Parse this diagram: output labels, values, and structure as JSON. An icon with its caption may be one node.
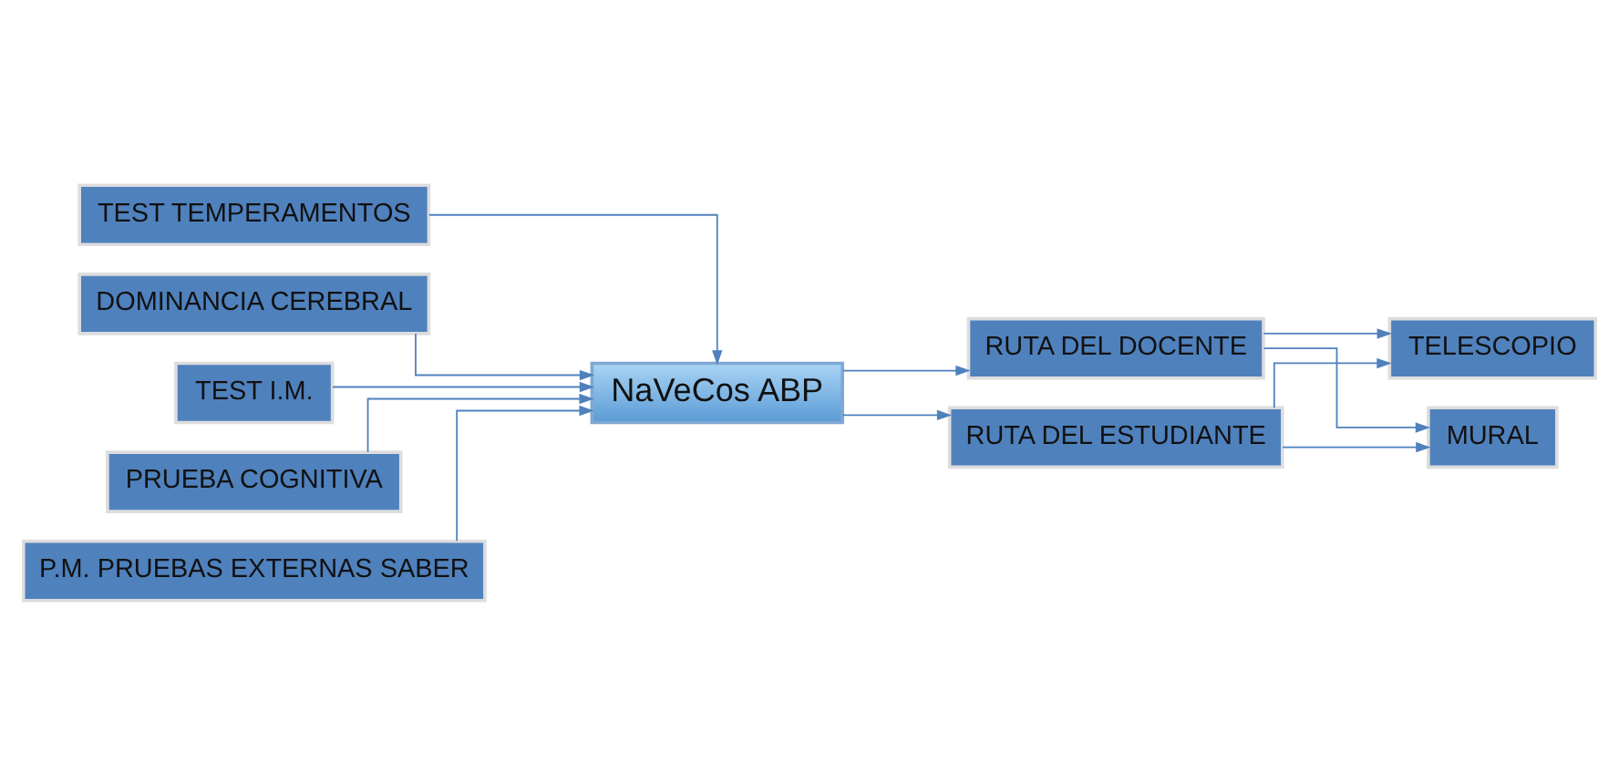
{
  "diagram": {
    "nodes": [
      {
        "text": [
          "TEST TEMPERAMENTOS"
        ]
      },
      {
        "text": [
          "DOMINANCIA CEREBRAL"
        ]
      },
      {
        "text": [
          "TEST I.M."
        ]
      },
      {
        "text": [
          "PRUEBA COGNITIVA"
        ]
      },
      {
        "text": [
          "P.M. PRUEBAS EXTERNAS SABER"
        ]
      },
      {
        "text": [
          "NaVeCos ABP"
        ]
      },
      {
        "text": [
          "RUTA DEL DOCENTE"
        ]
      },
      {
        "text": [
          "RUTA DEL ESTUDIANTE"
        ]
      },
      {
        "text": [
          "TELESCOPIO"
        ]
      },
      {
        "text": [
          "MURAL"
        ]
      }
    ],
    "edges": [
      {
        "from": 0,
        "to": 5,
        "arrow": "to"
      },
      {
        "from": 1,
        "to": 5,
        "arrow": "to"
      },
      {
        "from": 2,
        "to": 5,
        "arrow": "to"
      },
      {
        "from": 3,
        "to": 5,
        "arrow": "to"
      },
      {
        "from": 4,
        "to": 5,
        "arrow": "to"
      },
      {
        "from": 5,
        "to": 6,
        "arrow": "to"
      },
      {
        "from": 5,
        "to": 7,
        "arrow": "to"
      },
      {
        "from": 6,
        "to": 8,
        "arrow": "to"
      },
      {
        "from": 7,
        "to": 8,
        "arrow": "to"
      },
      {
        "from": 6,
        "to": 9,
        "arrow": "to"
      },
      {
        "from": 7,
        "to": 9,
        "arrow": "to"
      }
    ]
  }
}
